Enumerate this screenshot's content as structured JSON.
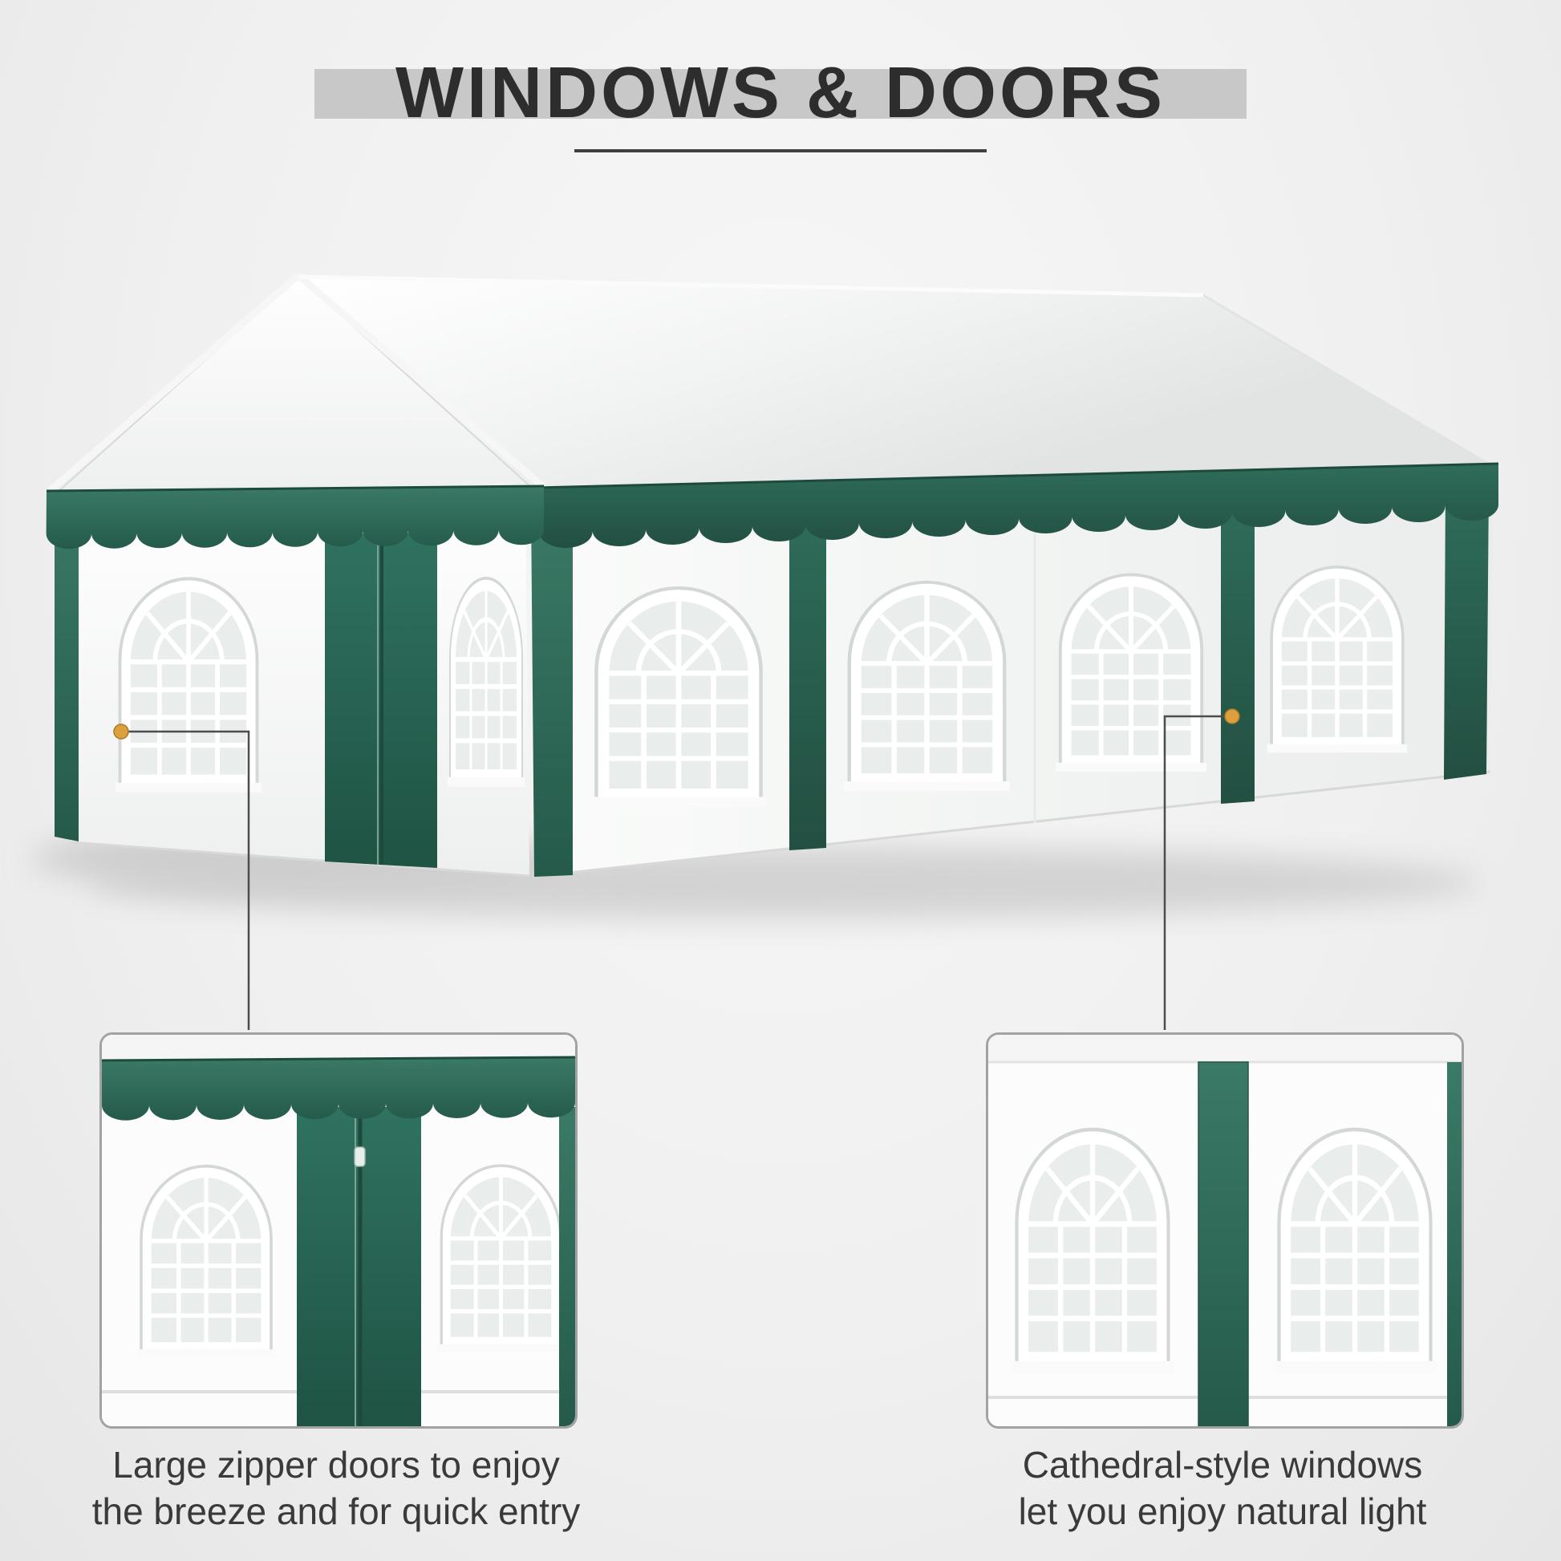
{
  "title": {
    "text": "WINDOWS & DOORS"
  },
  "features": {
    "doors": {
      "line1": "Large zipper doors to enjoy",
      "line2": "the breeze and for quick entry"
    },
    "windows": {
      "line1": "Cathedral-style windows",
      "line2": "let you enjoy natural light"
    }
  },
  "icons": {
    "left_callout": "callout-dot",
    "right_callout": "callout-dot"
  },
  "colors": {
    "tent_green": "#2e6e5b",
    "tent_green_dark": "#21523f",
    "accent_dot": "#dda03f",
    "title_bar": "#c8c8c8",
    "title_text": "#2d2d2d",
    "caption_text": "#3a3a3a"
  }
}
